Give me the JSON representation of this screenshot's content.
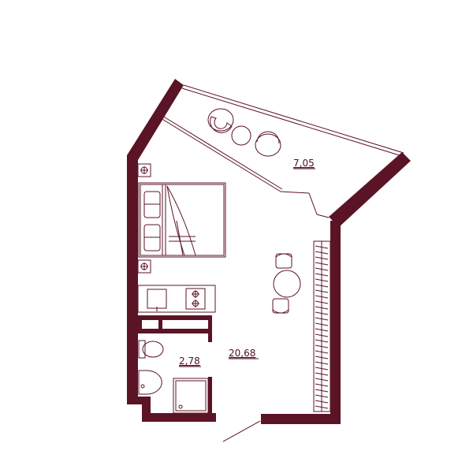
{
  "colors": {
    "wall": "#5a1426",
    "line": "#5a1426",
    "label": "#4a1020",
    "background": "#ffffff"
  },
  "rooms": [
    {
      "id": "balcony",
      "area": "7,05"
    },
    {
      "id": "living",
      "area": "20,68"
    },
    {
      "id": "bathroom",
      "area": "2,78"
    }
  ]
}
